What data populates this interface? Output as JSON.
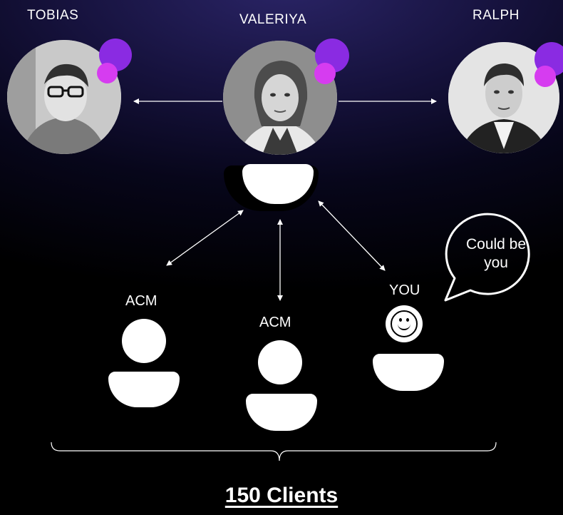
{
  "team": {
    "left": {
      "name": "TOBIAS"
    },
    "center": {
      "name": "VALERIYA"
    },
    "right": {
      "name": "RALPH"
    }
  },
  "members": {
    "acm_left": "ACM",
    "acm_middle": "ACM",
    "you": "YOU"
  },
  "speech_bubble": "Could be you",
  "total_label": "150 Clients",
  "colors": {
    "accent_purple": "#8a2be2",
    "accent_magenta": "#d63cf0",
    "background_top": "#2a2466",
    "background_bottom": "#000000"
  }
}
